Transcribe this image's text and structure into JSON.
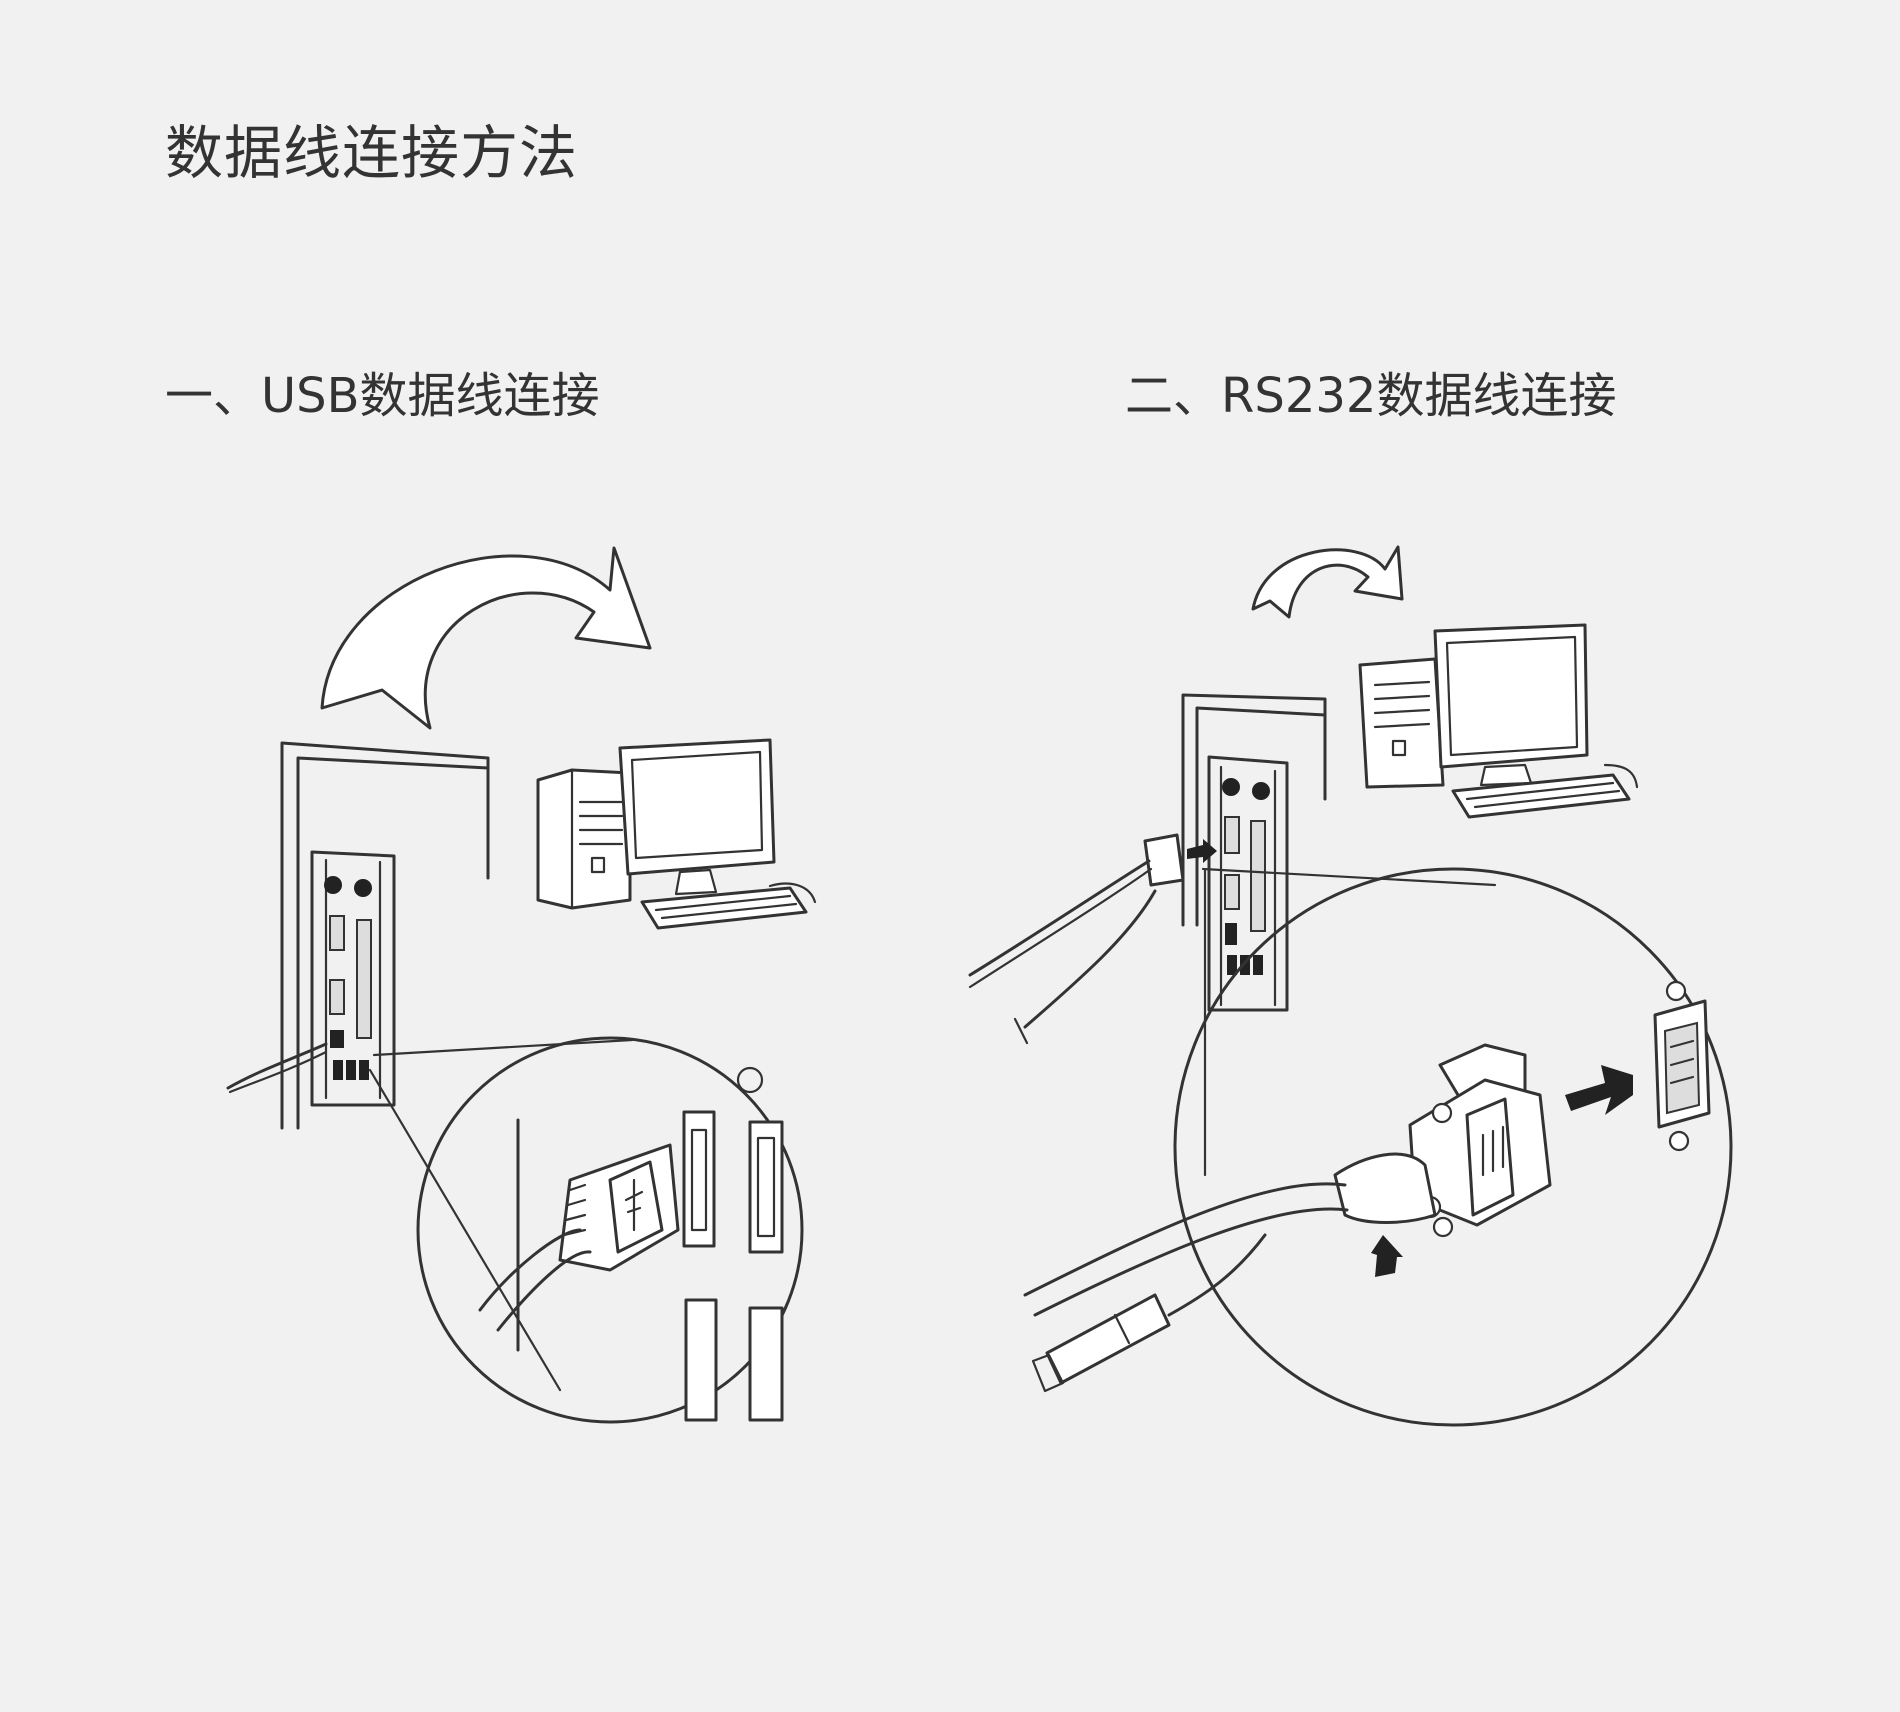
{
  "page": {
    "title": "数据线连接方法"
  },
  "sections": [
    {
      "id": "usb",
      "title": "一、USB数据线连接"
    },
    {
      "id": "rs232",
      "title": "二、RS232数据线连接"
    }
  ],
  "colors": {
    "background": "#f1f1f1",
    "text": "#333333",
    "line": "#333333"
  },
  "icons": {
    "usb": [
      "curved-arrow-icon",
      "computer-icon",
      "usb-port-panel-icon",
      "magnifier-circle-icon",
      "usb-plug-icon"
    ],
    "rs232": [
      "curved-arrow-icon",
      "computer-icon",
      "serial-port-panel-icon",
      "magnifier-circle-icon",
      "db9-plug-icon",
      "arrow-icon"
    ]
  }
}
